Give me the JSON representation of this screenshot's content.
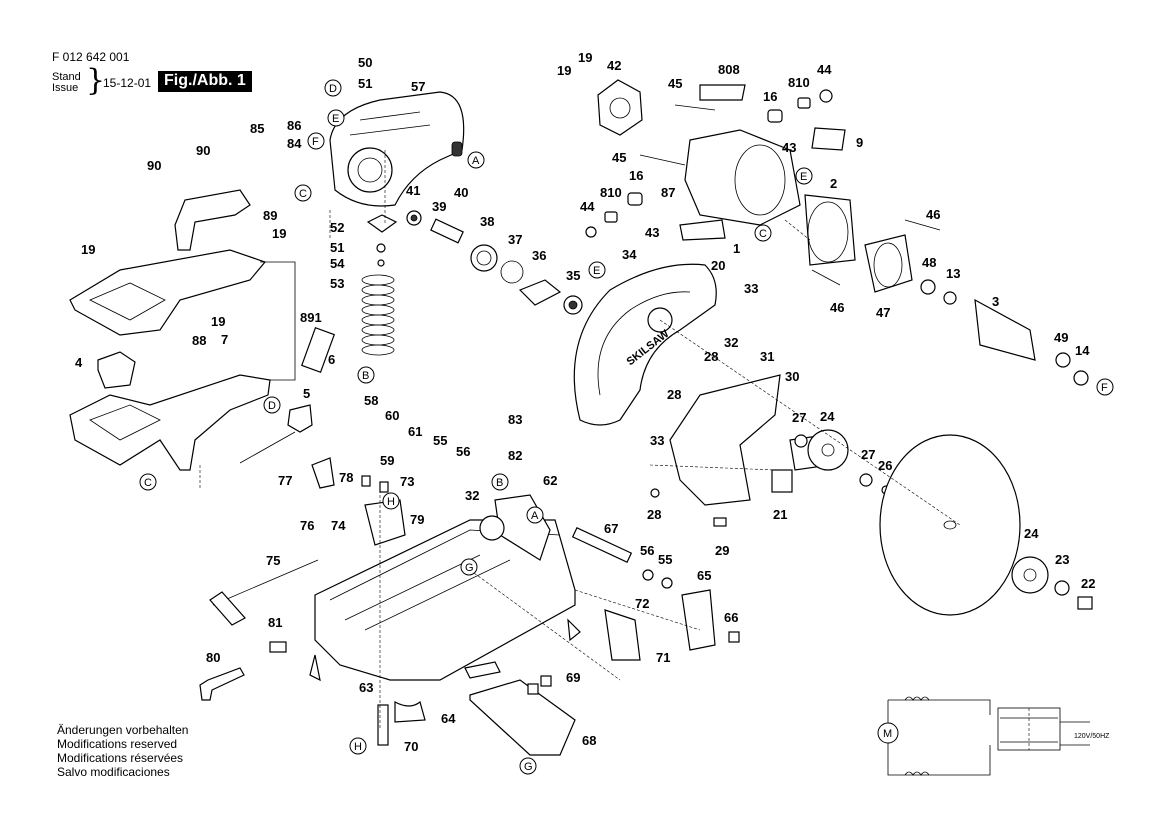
{
  "header": {
    "code": "F 012 642 001",
    "stand": "Stand",
    "issue": "Issue",
    "date": "15-12-01",
    "fig": "Fig./Abb. 1"
  },
  "notes": [
    "Änderungen vorbehalten",
    "Modifications reserved",
    "Modifications réservées",
    "Salvo modificaciones"
  ],
  "guard_text": "SKILSAW",
  "schematic": {
    "voltage": "120V/50HZ",
    "motor": "M"
  },
  "callouts": [
    {
      "id": "50"
    },
    {
      "id": "51"
    },
    {
      "id": "57"
    },
    {
      "id": "86"
    },
    {
      "id": "85"
    },
    {
      "id": "84"
    },
    {
      "id": "90"
    },
    {
      "id": "90"
    },
    {
      "id": "89"
    },
    {
      "id": "19"
    },
    {
      "id": "19"
    },
    {
      "id": "891"
    },
    {
      "id": "19"
    },
    {
      "id": "7"
    },
    {
      "id": "88"
    },
    {
      "id": "6"
    },
    {
      "id": "4"
    },
    {
      "id": "5"
    },
    {
      "id": "41"
    },
    {
      "id": "40"
    },
    {
      "id": "39"
    },
    {
      "id": "38"
    },
    {
      "id": "37"
    },
    {
      "id": "36"
    },
    {
      "id": "35"
    },
    {
      "id": "52"
    },
    {
      "id": "51"
    },
    {
      "id": "54"
    },
    {
      "id": "53"
    },
    {
      "id": "34"
    },
    {
      "id": "19"
    },
    {
      "id": "19"
    },
    {
      "id": "42"
    },
    {
      "id": "45"
    },
    {
      "id": "808"
    },
    {
      "id": "810"
    },
    {
      "id": "44"
    },
    {
      "id": "16"
    },
    {
      "id": "43"
    },
    {
      "id": "9"
    },
    {
      "id": "45"
    },
    {
      "id": "16"
    },
    {
      "id": "810"
    },
    {
      "id": "87"
    },
    {
      "id": "44"
    },
    {
      "id": "43"
    },
    {
      "id": "1"
    },
    {
      "id": "20"
    },
    {
      "id": "2"
    },
    {
      "id": "46"
    },
    {
      "id": "46"
    },
    {
      "id": "47"
    },
    {
      "id": "48"
    },
    {
      "id": "13"
    },
    {
      "id": "3"
    },
    {
      "id": "49"
    },
    {
      "id": "14"
    },
    {
      "id": "33"
    },
    {
      "id": "32"
    },
    {
      "id": "31"
    },
    {
      "id": "28"
    },
    {
      "id": "30"
    },
    {
      "id": "28"
    },
    {
      "id": "27"
    },
    {
      "id": "24"
    },
    {
      "id": "33"
    },
    {
      "id": "27"
    },
    {
      "id": "26"
    },
    {
      "id": "21"
    },
    {
      "id": "28"
    },
    {
      "id": "29"
    },
    {
      "id": "24"
    },
    {
      "id": "23"
    },
    {
      "id": "22"
    },
    {
      "id": "58"
    },
    {
      "id": "60"
    },
    {
      "id": "61"
    },
    {
      "id": "83"
    },
    {
      "id": "55"
    },
    {
      "id": "56"
    },
    {
      "id": "82"
    },
    {
      "id": "59"
    },
    {
      "id": "77"
    },
    {
      "id": "78"
    },
    {
      "id": "73"
    },
    {
      "id": "32"
    },
    {
      "id": "62"
    },
    {
      "id": "79"
    },
    {
      "id": "76"
    },
    {
      "id": "74"
    },
    {
      "id": "75"
    },
    {
      "id": "67"
    },
    {
      "id": "56"
    },
    {
      "id": "55"
    },
    {
      "id": "65"
    },
    {
      "id": "72"
    },
    {
      "id": "66"
    },
    {
      "id": "71"
    },
    {
      "id": "81"
    },
    {
      "id": "80"
    },
    {
      "id": "63"
    },
    {
      "id": "69"
    },
    {
      "id": "64"
    },
    {
      "id": "70"
    },
    {
      "id": "68"
    }
  ],
  "letters": [
    {
      "id": "D"
    },
    {
      "id": "E"
    },
    {
      "id": "F"
    },
    {
      "id": "A"
    },
    {
      "id": "C"
    },
    {
      "id": "B"
    },
    {
      "id": "D"
    },
    {
      "id": "C"
    },
    {
      "id": "E"
    },
    {
      "id": "E"
    },
    {
      "id": "C"
    },
    {
      "id": "F"
    },
    {
      "id": "B"
    },
    {
      "id": "H"
    },
    {
      "id": "A"
    },
    {
      "id": "G"
    },
    {
      "id": "H"
    },
    {
      "id": "G"
    }
  ]
}
